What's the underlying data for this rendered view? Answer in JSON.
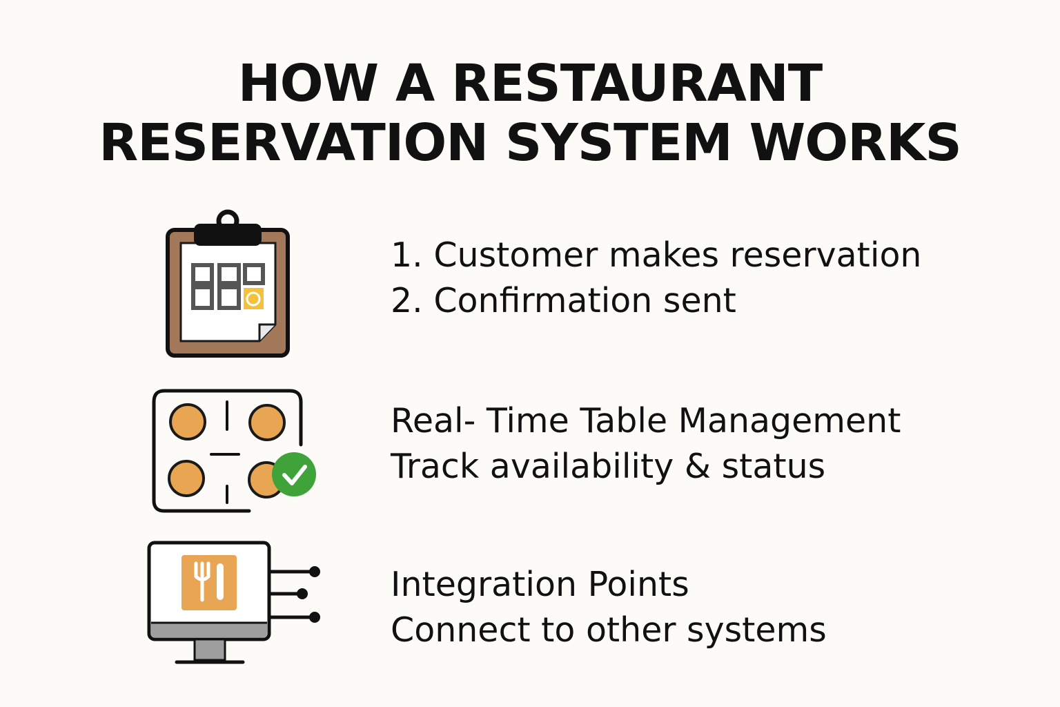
{
  "title": {
    "line1": "HOW A RESTAURANT",
    "line2": "RESERVATION SYSTEM WORKS"
  },
  "steps": [
    {
      "icon": "clipboard-calendar-icon",
      "line1": "1. Customer makes reservation",
      "line2": "2. Confirmation sent"
    },
    {
      "icon": "table-layout-check-icon",
      "line1": "Real- Time Table Management",
      "line2": "Track availability & status"
    },
    {
      "icon": "monitor-integration-icon",
      "line1": "Integration Points",
      "line2": "Connect to other systems"
    }
  ],
  "colors": {
    "background": "#fcfbf7",
    "text": "#111111",
    "clipboard_brown": "#a4795a",
    "table_orange": "#e8a653",
    "check_green": "#3fa33a",
    "screen_orange": "#e8a553",
    "monitor_gray": "#9e9e9e"
  }
}
